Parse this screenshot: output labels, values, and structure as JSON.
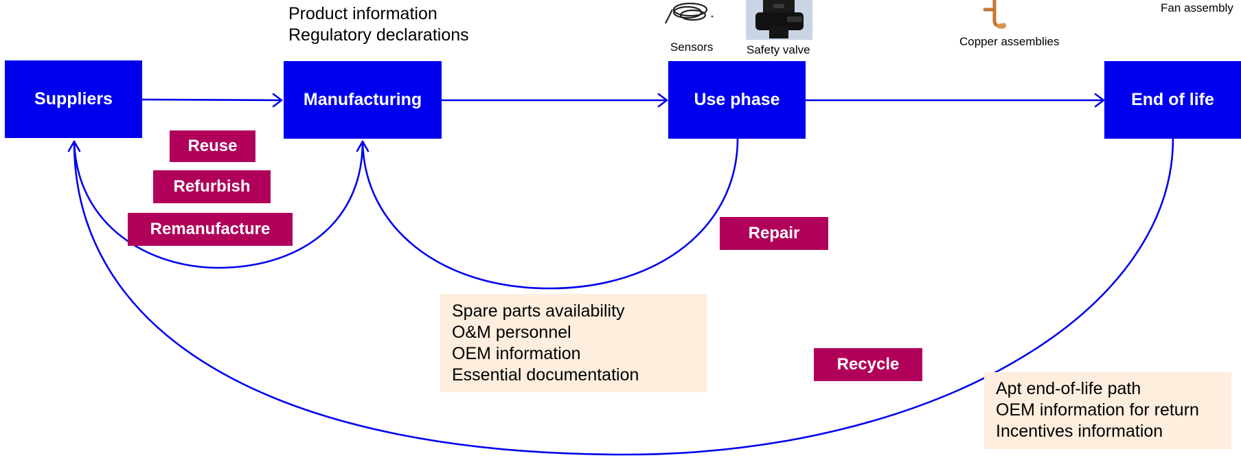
{
  "stages": {
    "suppliers": "Suppliers",
    "manufacturing": "Manufacturing",
    "use_phase": "Use phase",
    "end_of_life": "End of life"
  },
  "actions": {
    "reuse": "Reuse",
    "refurbish": "Refurbish",
    "remanufacture": "Remanufacture",
    "repair": "Repair",
    "recycle": "Recycle"
  },
  "manufacturing_info": [
    "Product information",
    "Regulatory declarations"
  ],
  "use_phase_info": [
    "Spare parts availability",
    "O&M personnel",
    "OEM information",
    "Essential documentation"
  ],
  "end_of_life_info": [
    "Apt end-of-life path",
    "OEM information for return",
    "Incentives information"
  ],
  "component_images": {
    "sensors": "Sensors",
    "safety_valve": "Safety valve",
    "copper_assemblies": "Copper assemblies",
    "fan_assembly": "Fan assembly"
  },
  "colors": {
    "stage_box": "#0000ee",
    "action_box": "#b0005a",
    "info_box": "#fdeedd",
    "arrow": "#0000ee"
  }
}
